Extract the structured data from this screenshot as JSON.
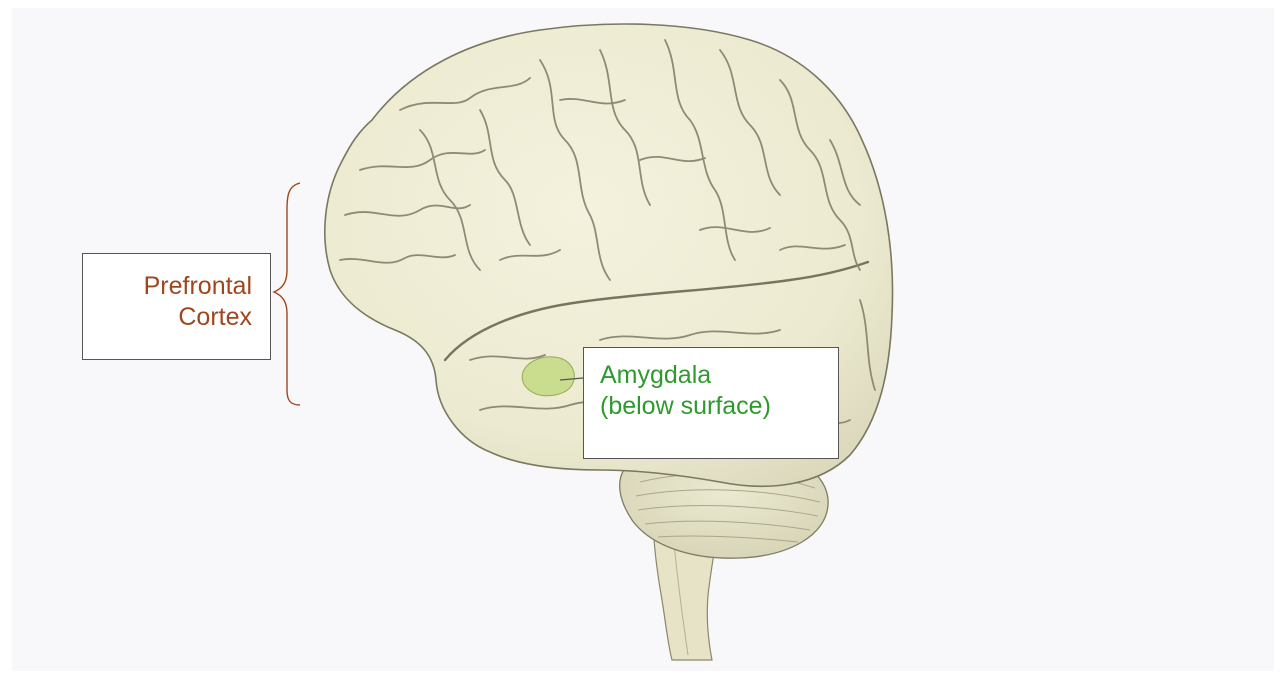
{
  "labels": {
    "prefrontal_cortex": {
      "line1": "Prefrontal",
      "line2": "Cortex",
      "color": "#a0461e"
    },
    "amygdala": {
      "line1": "Amygdala",
      "line2": "(below surface)",
      "color": "#2e9a2e"
    }
  },
  "colors": {
    "background": "#f8f8fa",
    "brain_fill": "#efedd6",
    "brain_outline": "#7a7861",
    "sulci": "#8d8b74",
    "amygdala_fill": "#c9dc8a",
    "bracket": "#a0461e"
  }
}
